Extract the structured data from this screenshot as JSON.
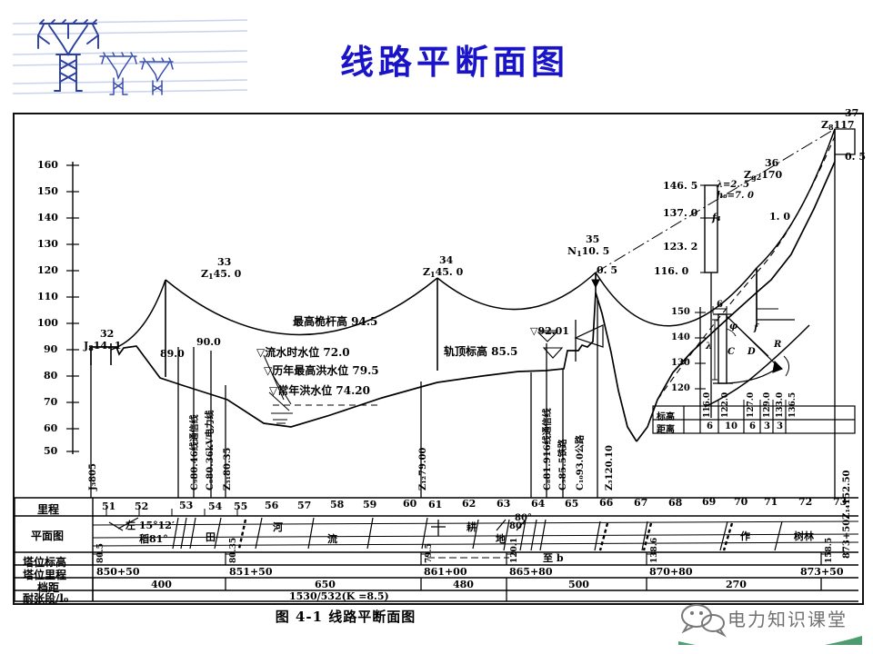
{
  "header": {
    "title": "线路平断面图",
    "title_color": "#1a14c8",
    "logo_name": "transmission-tower-logo"
  },
  "caption": "图 4-1   线路平断面图",
  "watermark": {
    "text": "电力知识课堂",
    "icon": "wechat-icon"
  },
  "profile": {
    "y_axis": {
      "label": "",
      "ticks": [
        "160",
        "150",
        "140",
        "130",
        "120",
        "110",
        "100",
        "90",
        "80",
        "70",
        "60",
        "50"
      ],
      "min": 50,
      "max": 160,
      "step": 10
    },
    "towers": [
      {
        "num": "32",
        "code": "J",
        "code_sub": "8",
        "value": "14. 1"
      },
      {
        "num": "33",
        "code": "Z",
        "code_sub": "1",
        "value": "45. 0"
      },
      {
        "num": "34",
        "code": "Z",
        "code_sub": "1",
        "value": "45. 0"
      },
      {
        "num": "35",
        "code": "N",
        "code_sub": "1",
        "value": "10. 5"
      },
      {
        "num": "36",
        "code": "Z",
        "code_sub": "g2",
        "value": "170"
      },
      {
        "num": "37",
        "code": "Z",
        "code_sub": "8",
        "value": "117"
      }
    ],
    "ground_values": [
      "89.0",
      "90.0"
    ],
    "annotations": [
      {
        "name": "max-mast-height",
        "text": "最高桅杆高 94.5"
      },
      {
        "name": "flow-water-level",
        "text": "▽流水时水位 72.0"
      },
      {
        "name": "historic-max-flood-level",
        "text": "▽历年最高洪水位 79.5"
      },
      {
        "name": "normal-flood-level",
        "text": "▽常年洪水位 74.20"
      },
      {
        "name": "rail-top-elevation",
        "text": "轨顶标高 85.5"
      },
      {
        "name": "water-mark-level",
        "text": "▽92.01"
      }
    ],
    "right_values": {
      "v146": "146. 5",
      "v137": "137. 0",
      "v123": "123. 2",
      "v116": "116. 0",
      "lambda": "λ=2. 5",
      "h": "h₈=7. 0",
      "fa": "f₄",
      "clr_1": "1. 0",
      "clr_05a": "0. 5",
      "clr_05b": "0. 5"
    },
    "crossing_labels": [
      {
        "name": "label-j3-805",
        "text": "J₃805"
      },
      {
        "name": "label-c9-comm",
        "text": "C₉80.46线通信线"
      },
      {
        "name": "label-c8-36kv",
        "text": "C₈80.36kV电力线"
      },
      {
        "name": "label-z31",
        "text": "Z₃₁80.35"
      },
      {
        "name": "label-z12",
        "text": "Z₁₂79.00"
      },
      {
        "name": "label-c8-916",
        "text": "C₈81.916线通信线"
      },
      {
        "name": "label-c9-rail",
        "text": "C₉85.5铁路"
      },
      {
        "name": "label-c10-road",
        "text": "C₁₀93.0公路"
      },
      {
        "name": "label-z3-120",
        "text": "Z₃120.10"
      },
      {
        "name": "label-z14-152",
        "text": "873+50Z₁₄152.50"
      }
    ]
  },
  "inset": {
    "name": "insulator-swing-detail",
    "axis_ticks": [
      "150",
      "140",
      "130",
      "120"
    ],
    "dim_top": "6",
    "letters": [
      "C",
      "D",
      "R",
      "φ",
      "λ",
      "f"
    ],
    "table": {
      "row_labels": [
        "标高",
        "距离"
      ],
      "elevations": [
        "116.0",
        "122.0",
        "127.0",
        "129.0",
        "133.0",
        "136.5"
      ],
      "distances": [
        "6",
        "10",
        "6",
        "3",
        "3"
      ]
    }
  },
  "table": {
    "rows": [
      {
        "name": "mileage",
        "label": "里程"
      },
      {
        "name": "plan-view",
        "label": "平面图"
      },
      {
        "name": "tower-elevation",
        "label": "塔位标高"
      },
      {
        "name": "tower-mileage",
        "label": "塔位里程"
      },
      {
        "name": "span",
        "label": "档距"
      },
      {
        "name": "tension-section",
        "label": "耐张段/l₀"
      }
    ],
    "mileage_ticks": [
      "51",
      "52",
      "53",
      "54",
      "55",
      "56",
      "57",
      "58",
      "59",
      "60",
      "61",
      "62",
      "63",
      "64",
      "65",
      "66",
      "67",
      "68",
      "69",
      "70",
      "71",
      "72",
      "73"
    ],
    "plan_labels": [
      {
        "name": "plan-angle-left",
        "text": "左 15°12′"
      },
      {
        "name": "plan-rice",
        "text": "稻81°"
      },
      {
        "name": "plan-field",
        "text": "田"
      },
      {
        "name": "plan-river",
        "text": "河"
      },
      {
        "name": "plan-flow",
        "text": "流"
      },
      {
        "name": "plan-farm",
        "text": "耕"
      },
      {
        "name": "plan-land",
        "text": "地"
      },
      {
        "name": "plan-angle-80a",
        "text": "80°"
      },
      {
        "name": "plan-angle-80b",
        "text": "80°"
      },
      {
        "name": "plan-to-b",
        "text": "至 b"
      },
      {
        "name": "plan-crop",
        "text": "作"
      },
      {
        "name": "plan-forest",
        "text": "树林"
      }
    ],
    "tower_elevations": [
      "80.5",
      "80.35",
      "79.5",
      "120.1",
      "138.6",
      "158.5"
    ],
    "tower_mileages": [
      "850+50",
      "851+50",
      "861+00",
      "865+80",
      "870+80",
      "873+50"
    ],
    "spans": [
      "400",
      "650",
      "480",
      "500",
      "270"
    ],
    "tension": "1530/532(K =8.5)"
  }
}
